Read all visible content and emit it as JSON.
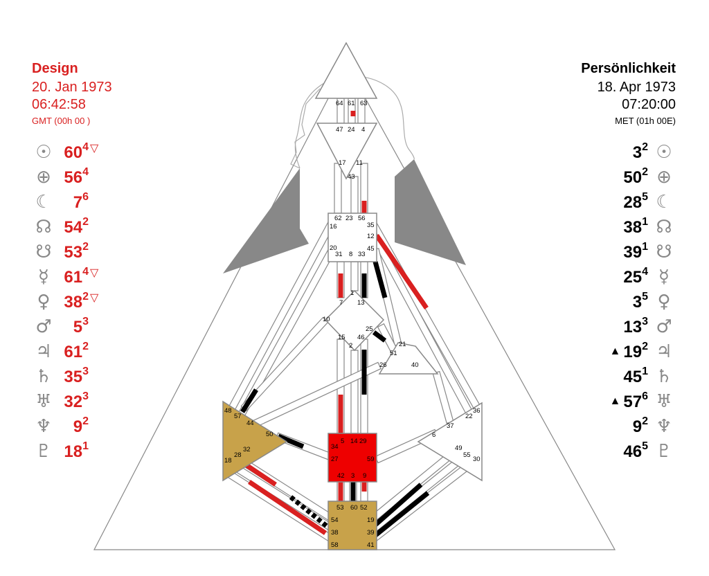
{
  "design": {
    "title": "Design",
    "date": "20. Jan 1973",
    "time": "06:42:58",
    "zone": "GMT (00h 00 )",
    "activations": [
      {
        "symbol": "☉",
        "icon": "sun-icon",
        "gate": "60",
        "line": "4",
        "marker": "▽"
      },
      {
        "symbol": "⊕",
        "icon": "earth-icon",
        "gate": "56",
        "line": "4",
        "marker": ""
      },
      {
        "symbol": "☾",
        "icon": "moon-icon",
        "gate": "7",
        "line": "6",
        "marker": ""
      },
      {
        "symbol": "☊",
        "icon": "north-node-icon",
        "gate": "54",
        "line": "2",
        "marker": ""
      },
      {
        "symbol": "☋",
        "icon": "south-node-icon",
        "gate": "53",
        "line": "2",
        "marker": ""
      },
      {
        "symbol": "☿",
        "icon": "mercury-icon",
        "gate": "61",
        "line": "4",
        "marker": "▽"
      },
      {
        "symbol": "♀",
        "icon": "venus-icon",
        "gate": "38",
        "line": "2",
        "marker": "▽"
      },
      {
        "symbol": "♂",
        "icon": "mars-icon",
        "gate": "5",
        "line": "3",
        "marker": ""
      },
      {
        "symbol": "♃",
        "icon": "jupiter-icon",
        "gate": "61",
        "line": "2",
        "marker": ""
      },
      {
        "symbol": "♄",
        "icon": "saturn-icon",
        "gate": "35",
        "line": "3",
        "marker": ""
      },
      {
        "symbol": "♅",
        "icon": "uranus-icon",
        "gate": "32",
        "line": "3",
        "marker": ""
      },
      {
        "symbol": "♆",
        "icon": "neptune-icon",
        "gate": "9",
        "line": "2",
        "marker": ""
      },
      {
        "symbol": "♇",
        "icon": "pluto-icon",
        "gate": "18",
        "line": "1",
        "marker": ""
      }
    ]
  },
  "personality": {
    "title": "Persönlichkeit",
    "date": "18. Apr 1973",
    "time": "07:20:00",
    "zone": "MET (01h 00E)",
    "activations": [
      {
        "symbol": "☉",
        "icon": "sun-icon",
        "gate": "3",
        "line": "2",
        "marker": ""
      },
      {
        "symbol": "⊕",
        "icon": "earth-icon",
        "gate": "50",
        "line": "2",
        "marker": ""
      },
      {
        "symbol": "☾",
        "icon": "moon-icon",
        "gate": "28",
        "line": "5",
        "marker": ""
      },
      {
        "symbol": "☊",
        "icon": "north-node-icon",
        "gate": "38",
        "line": "1",
        "marker": ""
      },
      {
        "symbol": "☋",
        "icon": "south-node-icon",
        "gate": "39",
        "line": "1",
        "marker": ""
      },
      {
        "symbol": "☿",
        "icon": "mercury-icon",
        "gate": "25",
        "line": "4",
        "marker": ""
      },
      {
        "symbol": "♀",
        "icon": "venus-icon",
        "gate": "3",
        "line": "5",
        "marker": ""
      },
      {
        "symbol": "♂",
        "icon": "mars-icon",
        "gate": "13",
        "line": "3",
        "marker": ""
      },
      {
        "symbol": "♃",
        "icon": "jupiter-icon",
        "gate": "19",
        "line": "2",
        "marker": "▲"
      },
      {
        "symbol": "♄",
        "icon": "saturn-icon",
        "gate": "45",
        "line": "1",
        "marker": ""
      },
      {
        "symbol": "♅",
        "icon": "uranus-icon",
        "gate": "57",
        "line": "6",
        "marker": "▲"
      },
      {
        "symbol": "♆",
        "icon": "neptune-icon",
        "gate": "9",
        "line": "2",
        "marker": ""
      },
      {
        "symbol": "♇",
        "icon": "pluto-icon",
        "gate": "46",
        "line": "5",
        "marker": ""
      }
    ]
  },
  "colors": {
    "design": "#d92020",
    "personality": "#000000",
    "defined_root": "#c8a24a",
    "defined_sacral": "#ee0000",
    "silhouette": "#888888",
    "channel_outline": "#888888"
  },
  "gates": {
    "head": [
      "64",
      "61",
      "63"
    ],
    "ajna": [
      "47",
      "24",
      "4",
      "17",
      "11",
      "43"
    ],
    "throat": [
      "62",
      "23",
      "56",
      "16",
      "35",
      "12",
      "20",
      "31",
      "8",
      "33",
      "45"
    ],
    "g": [
      "1",
      "7",
      "13",
      "10",
      "25",
      "15",
      "46",
      "2"
    ],
    "heart": [
      "21",
      "51",
      "26",
      "40"
    ],
    "spleen": [
      "48",
      "57",
      "44",
      "50",
      "32",
      "28",
      "18"
    ],
    "sacral": [
      "5",
      "14",
      "29",
      "34",
      "27",
      "59",
      "42",
      "3",
      "9"
    ],
    "solar_plexus": [
      "37",
      "22",
      "36",
      "6",
      "49",
      "55",
      "30"
    ],
    "root": [
      "53",
      "60",
      "52",
      "54",
      "19",
      "38",
      "39",
      "58",
      "41"
    ]
  }
}
